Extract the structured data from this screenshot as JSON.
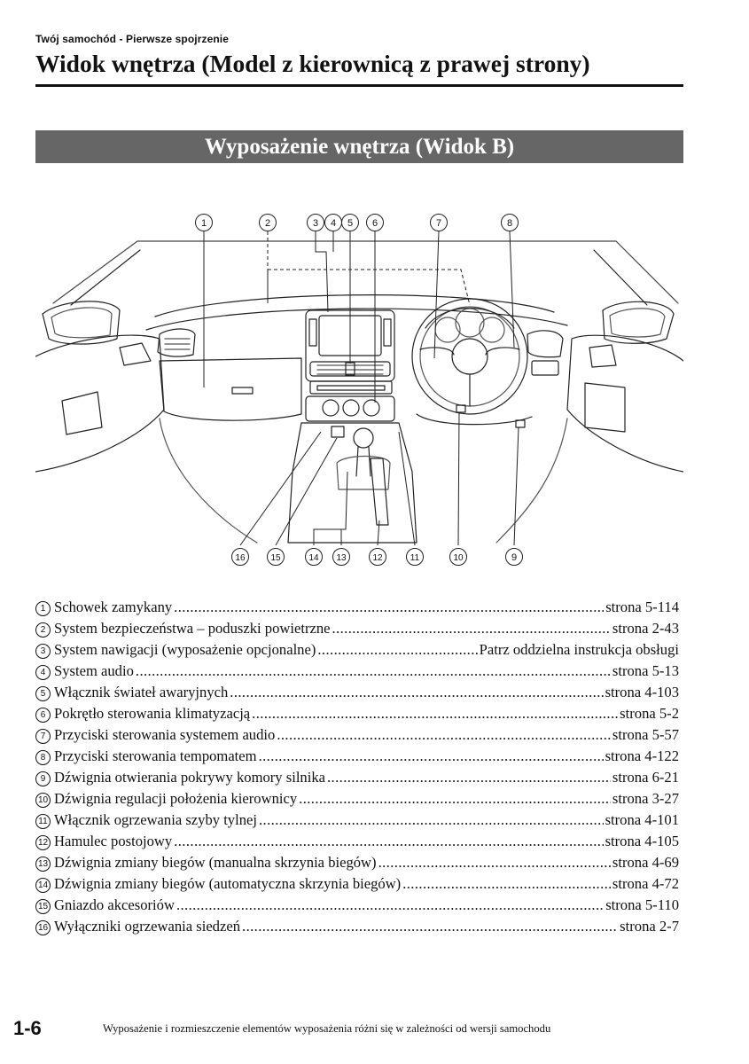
{
  "header": {
    "section_label": "Twój samochód - Pierwsze spojrzenie",
    "title": "Widok wnętrza (Model z kierownicą z prawej strony)"
  },
  "banner": {
    "title": "Wyposażenie wnętrza (Widok B)"
  },
  "callouts": {
    "top": [
      "1",
      "2",
      "3",
      "4",
      "5",
      "6",
      "7",
      "8"
    ],
    "bottom": [
      "16",
      "15",
      "14",
      "13",
      "12",
      "11",
      "10",
      "9"
    ]
  },
  "legend": [
    {
      "num": "1",
      "label": "Schowek zamykany",
      "ref": "strona 5-114"
    },
    {
      "num": "2",
      "label": "System bezpieczeństwa – poduszki powietrzne",
      "ref": "strona 2-43"
    },
    {
      "num": "3",
      "label": "System nawigacji (wyposażenie opcjonalne)",
      "ref": "Patrz oddzielna instrukcja obsługi"
    },
    {
      "num": "4",
      "label": "System audio",
      "ref": "strona 5-13"
    },
    {
      "num": "5",
      "label": "Włącznik świateł awaryjnych",
      "ref": "strona 4-103"
    },
    {
      "num": "6",
      "label": "Pokrętło sterowania klimatyzacją",
      "ref": "strona 5-2"
    },
    {
      "num": "7",
      "label": "Przyciski sterowania systemem audio",
      "ref": "strona 5-57"
    },
    {
      "num": "8",
      "label": "Przyciski sterowania tempomatem",
      "ref": "strona 4-122"
    },
    {
      "num": "9",
      "label": "Dźwignia otwierania pokrywy komory silnika",
      "ref": "strona 6-21"
    },
    {
      "num": "10",
      "label": "Dźwignia regulacji położenia kierownicy",
      "ref": "strona 3-27"
    },
    {
      "num": "11",
      "label": "Włącznik ogrzewania szyby tylnej",
      "ref": "strona 4-101"
    },
    {
      "num": "12",
      "label": "Hamulec postojowy",
      "ref": "strona 4-105"
    },
    {
      "num": "13",
      "label": "Dźwignia zmiany biegów (manualna skrzynia biegów)",
      "ref": "strona 4-69"
    },
    {
      "num": "14",
      "label": "Dźwignia zmiany biegów (automatyczna skrzynia biegów)",
      "ref": "strona 4-72"
    },
    {
      "num": "15",
      "label": "Gniazdo akcesoriów",
      "ref": "strona 5-110"
    },
    {
      "num": "16",
      "label": "Wyłączniki ogrzewania siedzeń",
      "ref": "strona 2-7"
    }
  ],
  "footer": {
    "page_number": "1-6",
    "note": "Wyposażenie i rozmieszczenie elementów wyposażenia różni się w zależności od wersji samochodu"
  }
}
